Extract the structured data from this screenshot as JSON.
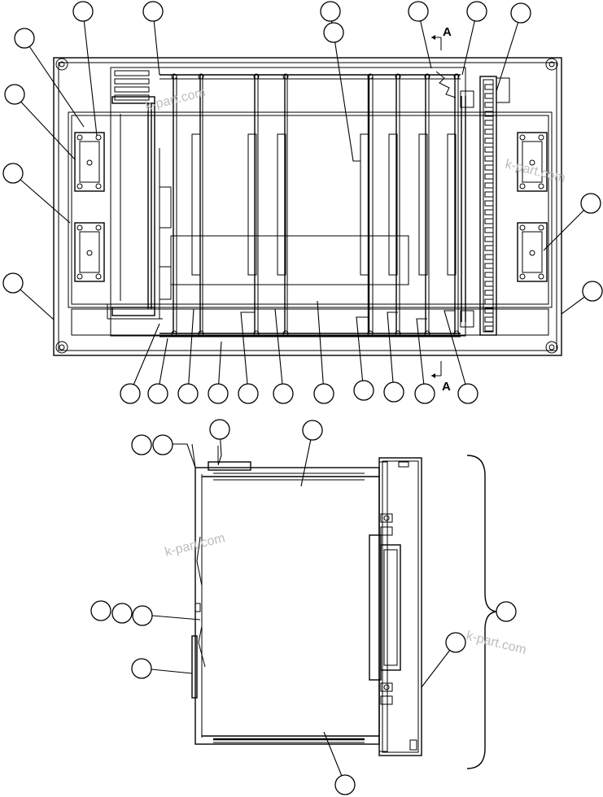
{
  "section_marker": {
    "letter_top": "A",
    "letter_bottom": "A"
  },
  "watermarks": [
    "k-part.com",
    "k-part.com",
    "k-part.com",
    "k-part.com"
  ],
  "views": {
    "top": "panel-front-view",
    "bottom": "section-side-view"
  }
}
